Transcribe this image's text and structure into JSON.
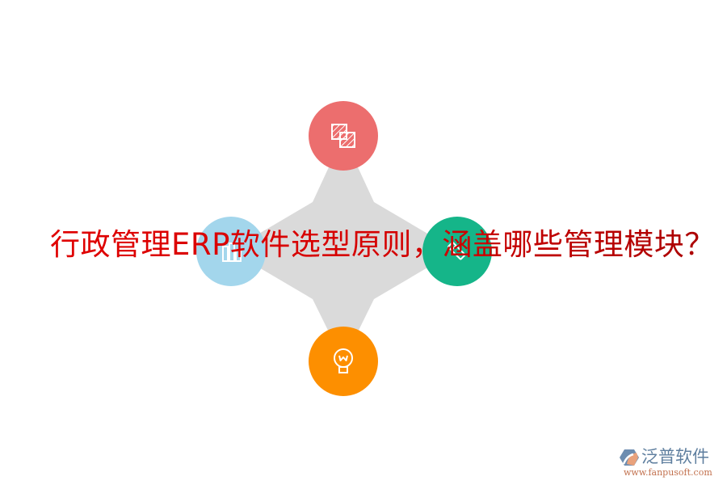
{
  "title": "行政管理ERP软件选型原则，涵盖哪些管理模块？",
  "diagram": {
    "center_shape": "four-point-star",
    "center_color": "#dadada",
    "nodes": [
      {
        "position": "top",
        "icon": "layers-hatched-icon",
        "color": "#ec6e6e"
      },
      {
        "position": "left",
        "icon": "bar-chart-icon",
        "color": "#a3d6ec"
      },
      {
        "position": "right",
        "icon": "pencil-icon",
        "color": "#15b589"
      },
      {
        "position": "bottom",
        "icon": "lightbulb-icon",
        "color": "#fd8f00"
      }
    ]
  },
  "title_color": "#d40000",
  "watermark": {
    "brand": "泛普软件",
    "url": "www.fanpusoft.com"
  }
}
